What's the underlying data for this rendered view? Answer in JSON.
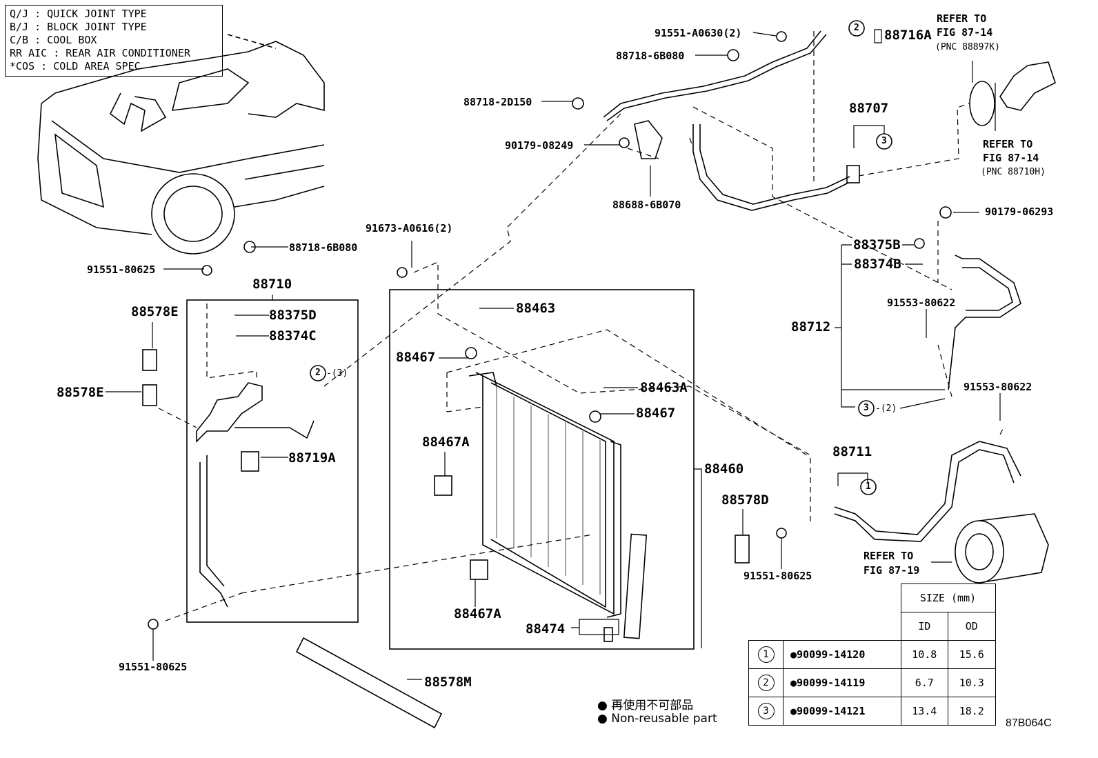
{
  "legend": [
    "Q/J : QUICK JOINT TYPE",
    "B/J : BLOCK JOINT TYPE",
    "C/B : COOL BOX",
    "RR AIC : REAR AIR CONDITIONER",
    "*COS : COLD AREA SPEC"
  ],
  "parts": {
    "p91551_A0630": "91551-A0630(2)",
    "p88716A": "88716A",
    "p88718_6B080_top": "88718-6B080",
    "p88718_2D150": "88718-2D150",
    "p90179_08249": "90179-08249",
    "p88688_6B070": "88688-6B070",
    "p88707": "88707",
    "p90179_06293": "90179-06293",
    "p88718_6B080_left": "88718-6B080",
    "p91551_80625_a": "91551-80625",
    "p88710": "88710",
    "p88375D": "88375D",
    "p88374C": "88374C",
    "p88578E_a": "88578E",
    "p88578E_b": "88578E",
    "p88719A": "88719A",
    "p91673_A0616": "91673-A0616(2)",
    "p88463": "88463",
    "p88467_a": "88467",
    "p88463A": "88463A",
    "p88467_b": "88467",
    "p88467A_a": "88467A",
    "p88467A_b": "88467A",
    "p88474": "88474",
    "p88460": "88460",
    "p88578D": "88578D",
    "p88578M": "88578M",
    "p91551_80625_b": "91551-80625",
    "p91551_80625_c": "91551-80625",
    "p88375B": "88375B",
    "p88374B": "88374B",
    "p88712": "88712",
    "p91553_80622_a": "91553-80622",
    "p91553_80622_b": "91553-80622",
    "p88711": "88711"
  },
  "refs": {
    "fig_a_1": "REFER TO",
    "fig_a_2": "FIG 87-14",
    "fig_a_3": "(PNC 88897K)",
    "fig_b_1": "REFER TO",
    "fig_b_2": "FIG 87-14",
    "fig_b_3": "(PNC 88710H)",
    "fig_c_1": "REFER TO",
    "fig_c_2": "FIG 87-19"
  },
  "callouts": {
    "c2_top": "2",
    "c3_top": "3",
    "c2_left": "2",
    "c2_left_qty": "-(3)",
    "c3_right": "3",
    "c3_right_qty": "-(2)",
    "c1_right": "1"
  },
  "size_table": {
    "header": "SIZE (mm)",
    "col_id": "ID",
    "col_od": "OD",
    "rows": [
      {
        "ref": "1",
        "part": "●90099-14120",
        "id": "10.8",
        "od": "15.6"
      },
      {
        "ref": "2",
        "part": "●90099-14119",
        "id": "6.7",
        "od": "10.3"
      },
      {
        "ref": "3",
        "part": "●90099-14121",
        "id": "13.4",
        "od": "18.2"
      }
    ]
  },
  "notes": {
    "jp": "● 再使用不可部品",
    "en": "● Non-reusable part"
  },
  "figure_id": "87B064C"
}
